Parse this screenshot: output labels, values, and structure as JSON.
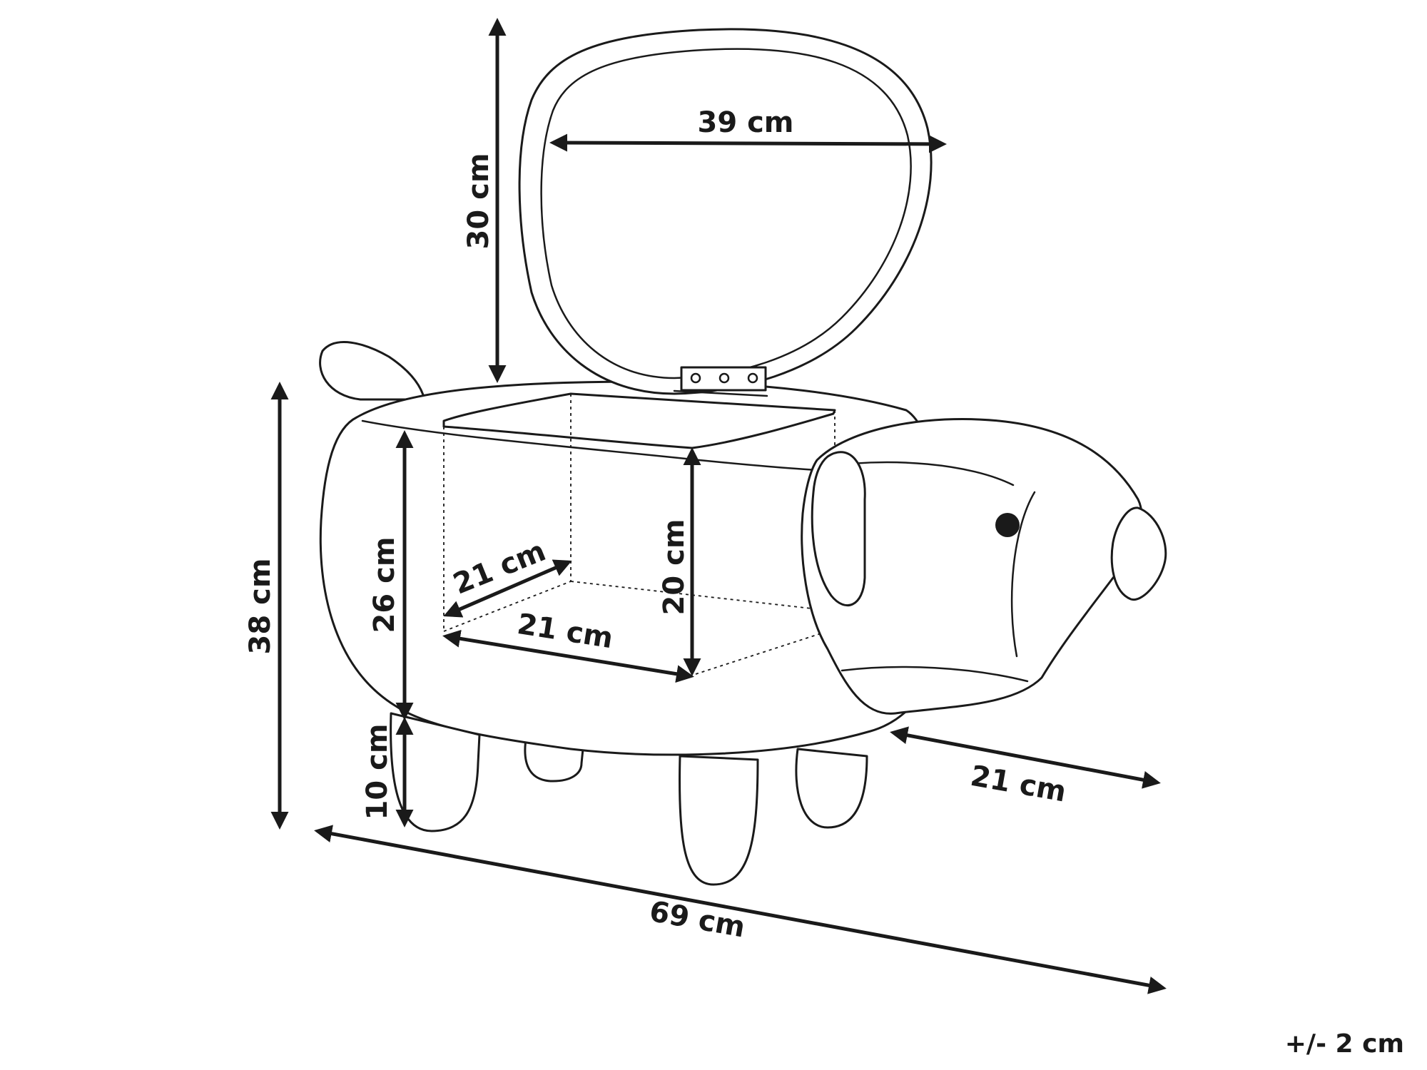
{
  "dimensions": {
    "lid_height": "30 cm",
    "lid_width": "39 cm",
    "total_height": "38 cm",
    "body_height": "26 cm",
    "leg_height": "10 cm",
    "box_depth": "21 cm",
    "box_inner_height": "20 cm",
    "box_width": "21 cm",
    "head_width": "21 cm",
    "total_length": "69 cm"
  },
  "tolerance": "+/- 2 cm",
  "colors": {
    "line": "#1a1a1a",
    "background": "#ffffff"
  }
}
